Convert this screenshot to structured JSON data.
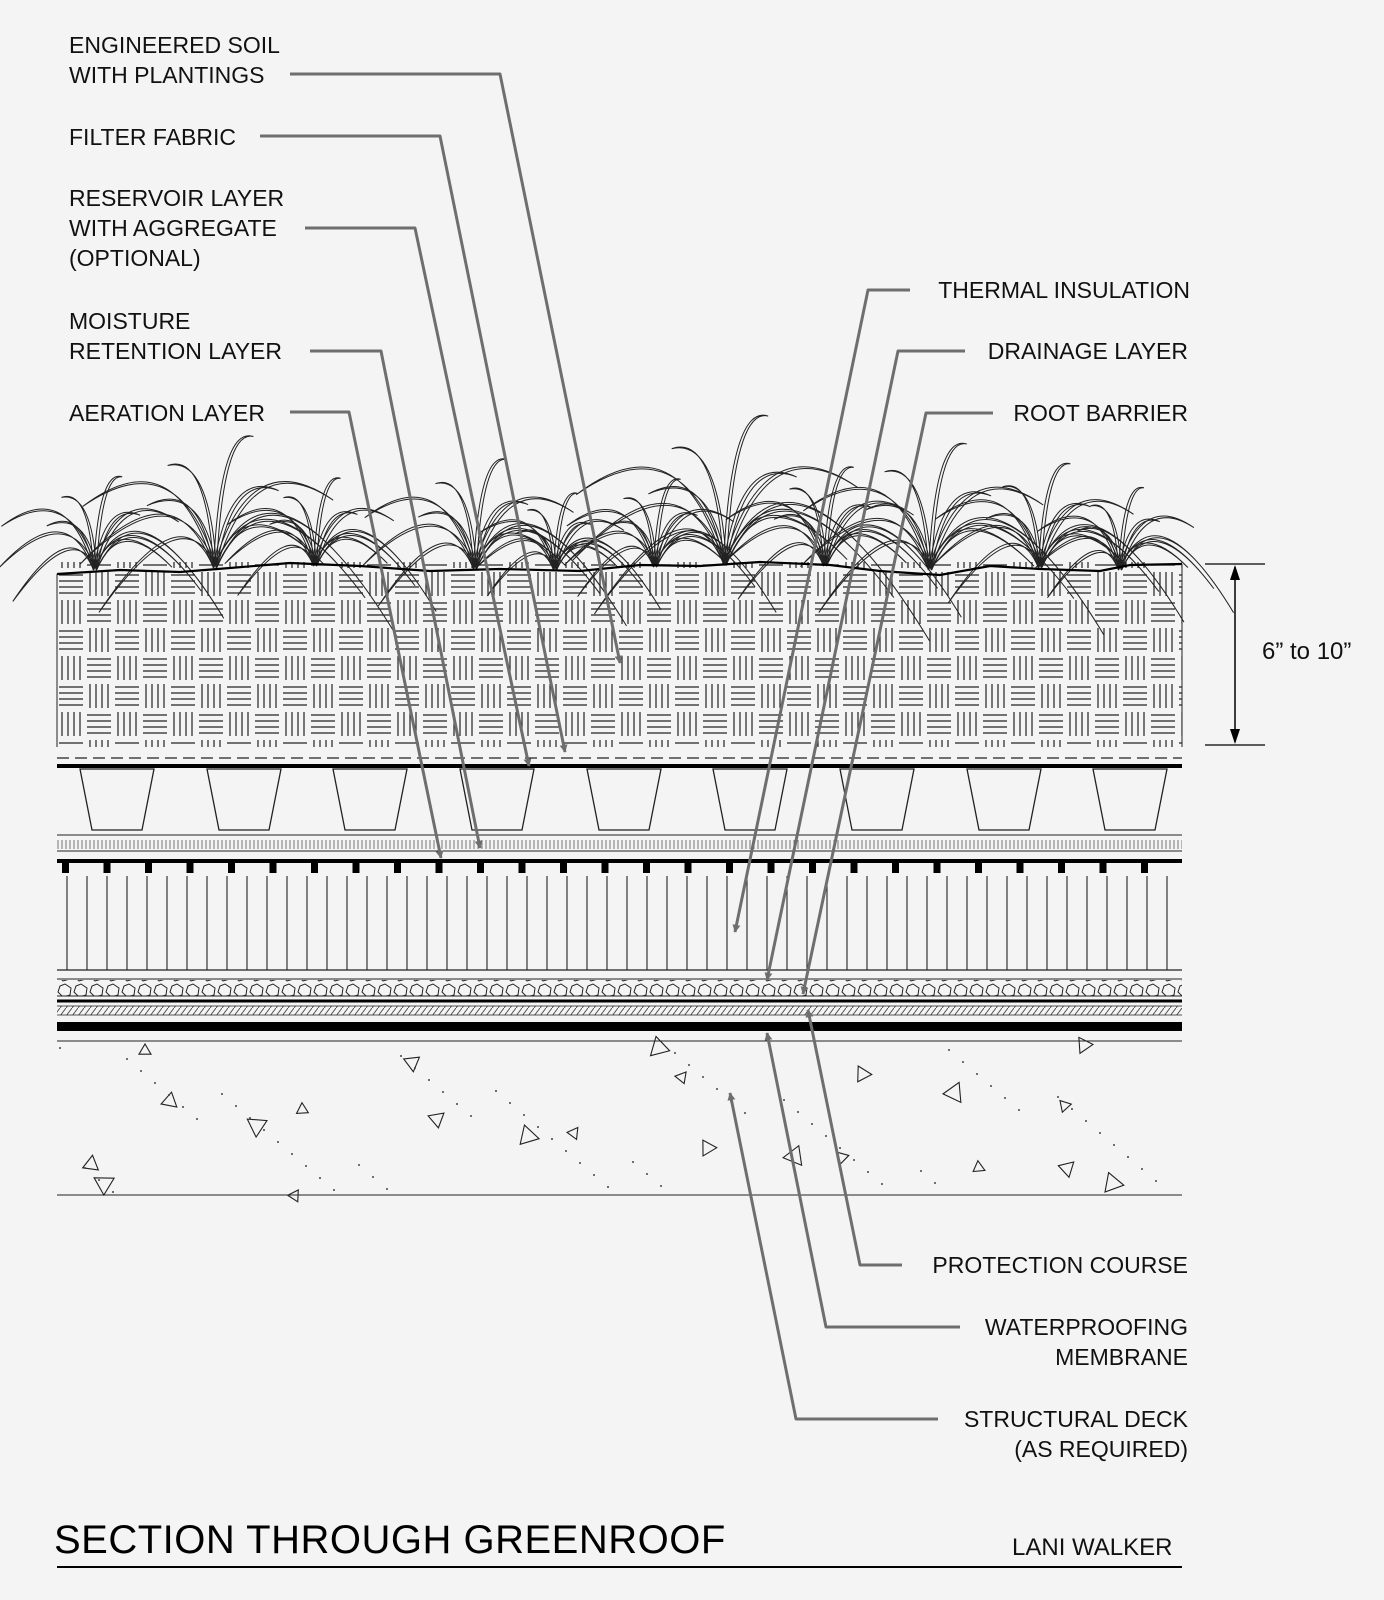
{
  "diagram": {
    "title": "SECTION THROUGH GREENROOF",
    "author": "LANI WALKER",
    "dimension": "6” to 10”",
    "labels_left": [
      {
        "id": "soil",
        "text": "ENGINEERED SOIL\nWITH PLANTINGS"
      },
      {
        "id": "filter",
        "text": "FILTER FABRIC"
      },
      {
        "id": "reservoir",
        "text": "RESERVOIR LAYER\nWITH AGGREGATE\n(OPTIONAL)"
      },
      {
        "id": "moisture",
        "text": "MOISTURE\nRETENTION LAYER"
      },
      {
        "id": "aeration",
        "text": "AERATION LAYER"
      }
    ],
    "labels_right": [
      {
        "id": "thermal",
        "text": "THERMAL INSULATION"
      },
      {
        "id": "drainage",
        "text": "DRAINAGE LAYER"
      },
      {
        "id": "root",
        "text": "ROOT BARRIER"
      },
      {
        "id": "protection",
        "text": "PROTECTION COURSE"
      },
      {
        "id": "waterproofing",
        "text": "WATERPROOFING\nMEMBRANE"
      },
      {
        "id": "deck",
        "text": "STRUCTURAL DECK\n(AS REQUIRED)"
      }
    ],
    "colors": {
      "line": "#000000",
      "leader": "#6e6e6e",
      "background": "#f4f4f4"
    }
  }
}
